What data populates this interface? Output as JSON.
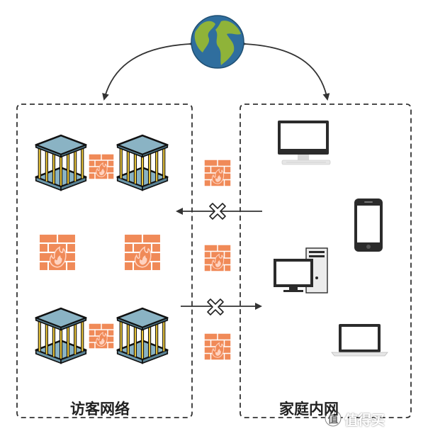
{
  "zones": {
    "guest": {
      "label": "访客网络"
    },
    "home": {
      "label": "家庭内网"
    }
  },
  "watermark": {
    "text": "值得买"
  },
  "colors": {
    "firewall": "#f08a58",
    "firewall_flame": "#ffd2bf",
    "cage_top": "#8ab3c4",
    "cage_bar": "#e9c53a",
    "globe_ocean": "#2f6e9e",
    "globe_land": "#8fb339",
    "device": "#2b2b2b"
  },
  "icons": [
    "globe-icon",
    "cage-icon",
    "firewall-icon",
    "monitor-icon",
    "phone-icon",
    "desktop-pc-icon",
    "laptop-icon",
    "blocked-x-icon"
  ]
}
